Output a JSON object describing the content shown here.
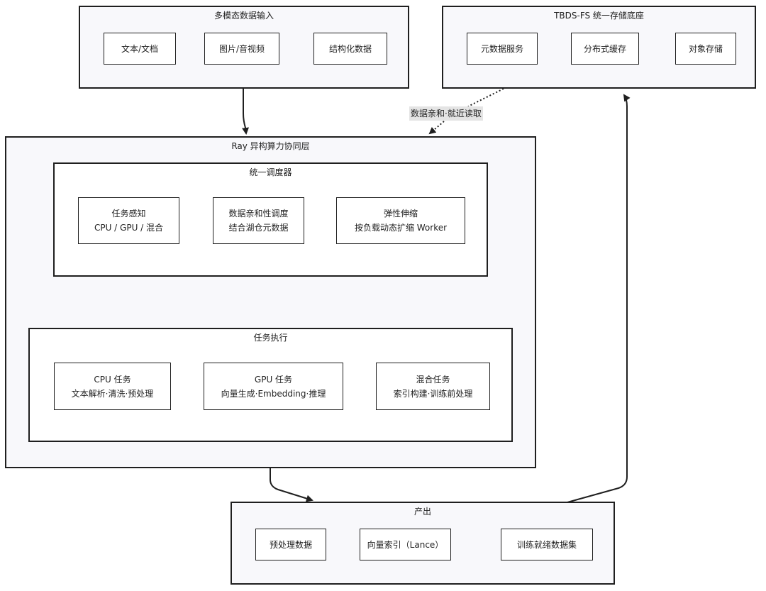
{
  "input": {
    "title": "多模态数据输入",
    "items": [
      "文本/文档",
      "图片/音视频",
      "结构化数据"
    ]
  },
  "storage": {
    "title": "TBDS-FS 统一存储底座",
    "items": [
      "元数据服务",
      "分布式缓存",
      "对象存储"
    ]
  },
  "edge_label": "数据亲和·就近读取",
  "ray": {
    "title": "Ray 异构算力协同层",
    "scheduler": {
      "title": "统一调度器",
      "items": [
        {
          "line1": "任务感知",
          "line2": "CPU / GPU / 混合"
        },
        {
          "line1": "数据亲和性调度",
          "line2": "结合湖仓元数据"
        },
        {
          "line1": "弹性伸缩",
          "line2": "按负载动态扩缩 Worker"
        }
      ]
    },
    "execution": {
      "title": "任务执行",
      "items": [
        {
          "line1": "CPU 任务",
          "line2": "文本解析·清洗·预处理"
        },
        {
          "line1": "GPU 任务",
          "line2": "向量生成·Embedding·推理"
        },
        {
          "line1": "混合任务",
          "line2": "索引构建·训练前处理"
        }
      ]
    }
  },
  "output": {
    "title": "产出",
    "items": [
      "预处理数据",
      "向量索引（Lance）",
      "训练就绪数据集"
    ]
  }
}
